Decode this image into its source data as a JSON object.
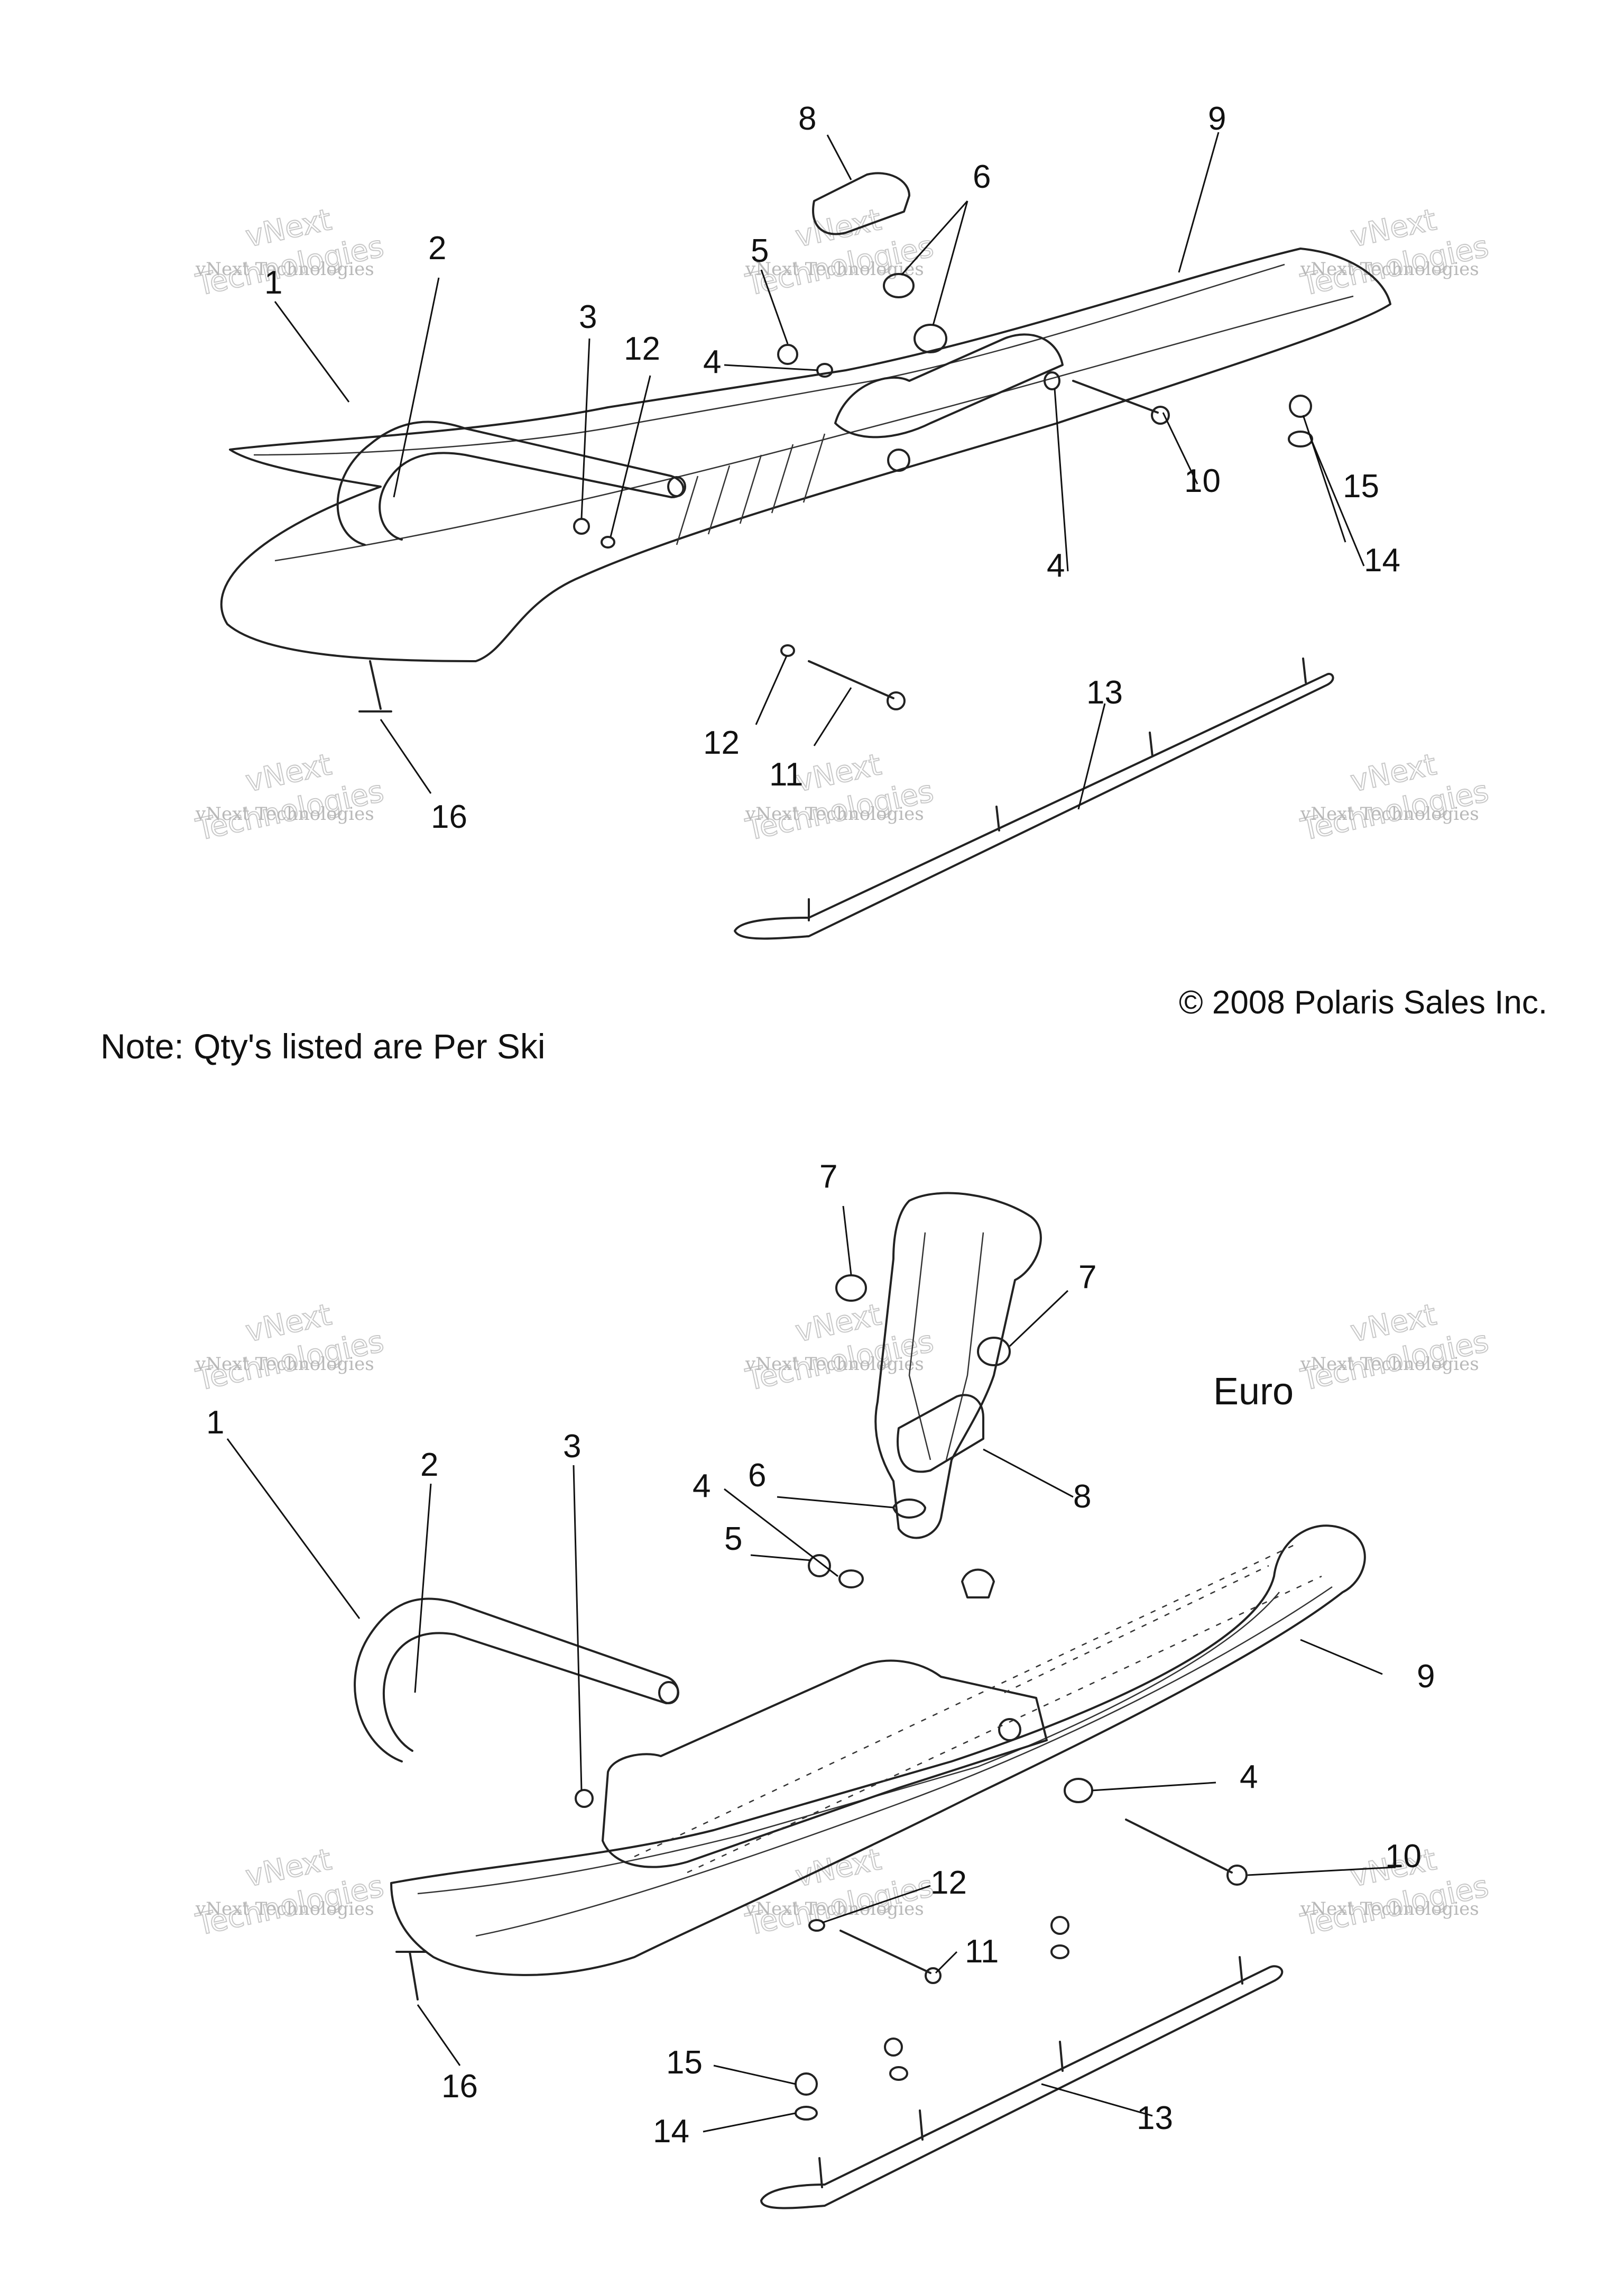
{
  "diagram": {
    "copyright": "© 2008 Polaris Sales Inc.",
    "note": "Note: Qty's listed are Per Ski",
    "variant_label": "Euro",
    "watermark": {
      "line1": "vNext Technologies",
      "line2": "Technologies",
      "line3": "vNext"
    },
    "callouts": {
      "top": [
        "1",
        "2",
        "3",
        "4",
        "4",
        "5",
        "6",
        "8",
        "9",
        "10",
        "11",
        "12",
        "12",
        "13",
        "14",
        "15",
        "16"
      ],
      "bottom": [
        "1",
        "2",
        "3",
        "4",
        "4",
        "5",
        "6",
        "7",
        "7",
        "8",
        "9",
        "10",
        "11",
        "12",
        "13",
        "14",
        "15",
        "16"
      ]
    }
  }
}
